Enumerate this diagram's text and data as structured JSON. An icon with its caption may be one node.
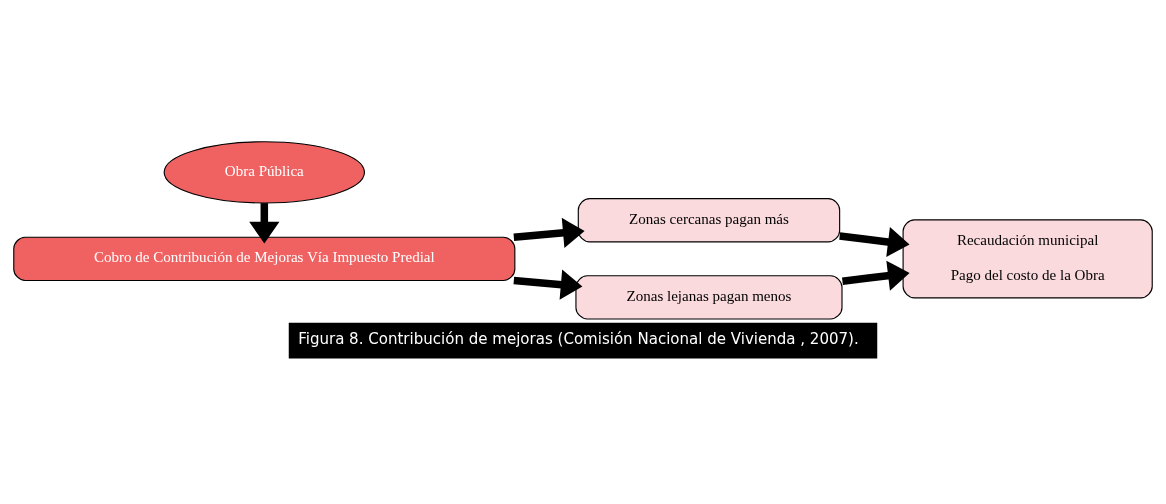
{
  "diagram": {
    "caption": "Figura 8. Contribución de mejoras (Comisión Nacional de Vivienda , 2007).",
    "nodes": [
      {
        "text": [
          "Obra Pública"
        ]
      },
      {
        "text": [
          "Cobro de Contribución de Mejoras Vía Impuesto Predial"
        ]
      },
      {
        "text": [
          "Zonas cercanas pagan más"
        ]
      },
      {
        "text": [
          "Zonas lejanas pagan menos"
        ]
      },
      {
        "text": [
          "Recaudación municipal",
          "Pago del costo de la Obra"
        ]
      }
    ],
    "edges": [
      {
        "from": 0,
        "to": 1,
        "arrow": "to"
      },
      {
        "from": 1,
        "to": 2,
        "arrow": "to"
      },
      {
        "from": 1,
        "to": 3,
        "arrow": "to"
      },
      {
        "from": 2,
        "to": 4,
        "arrow": "to"
      },
      {
        "from": 3,
        "to": 4,
        "arrow": "to"
      }
    ]
  }
}
